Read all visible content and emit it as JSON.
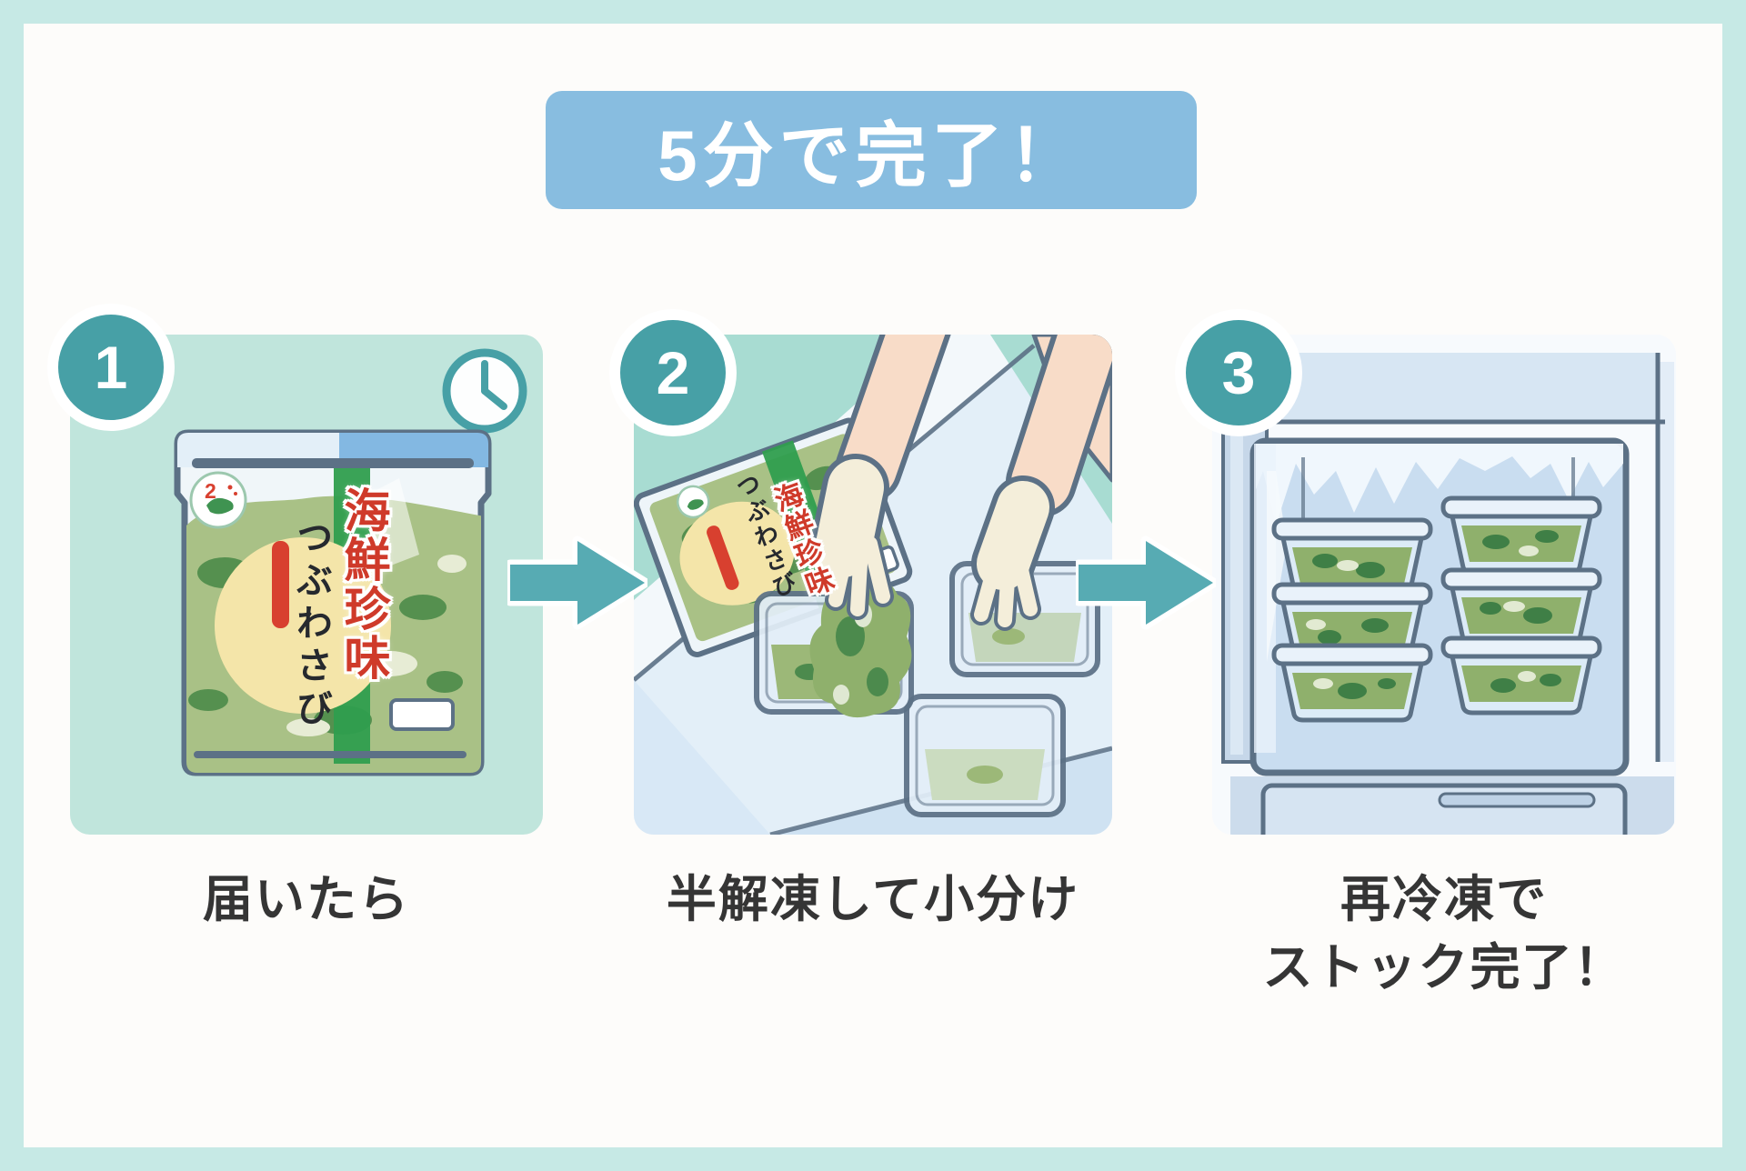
{
  "title": {
    "text": "5分で完了！"
  },
  "steps": [
    {
      "number": "1",
      "caption": "届いたら"
    },
    {
      "number": "2",
      "caption": "半解凍して小分け"
    },
    {
      "number": "3",
      "caption": "再冷凍で",
      "caption_line2": "ストック完了！"
    }
  ],
  "package": {
    "brand_vertical": "海鮮珍味",
    "product_vertical": "つぶわさび",
    "origin_badge_number": "2"
  },
  "colors": {
    "frame": "#c6e9e5",
    "background": "#fdfcfa",
    "banner_blue": "#88bde0",
    "badge_teal": "#47a0a6",
    "panel_mint": "#c0e5dc",
    "arrow_teal": "#57abb3",
    "outline_slate": "#5c7186",
    "label_red": "#d8402f",
    "stripe_green": "#2f9e4e",
    "wasabi_green": "#9cb878",
    "cream_label": "#f4e5a9",
    "caption_text": "#353535"
  }
}
